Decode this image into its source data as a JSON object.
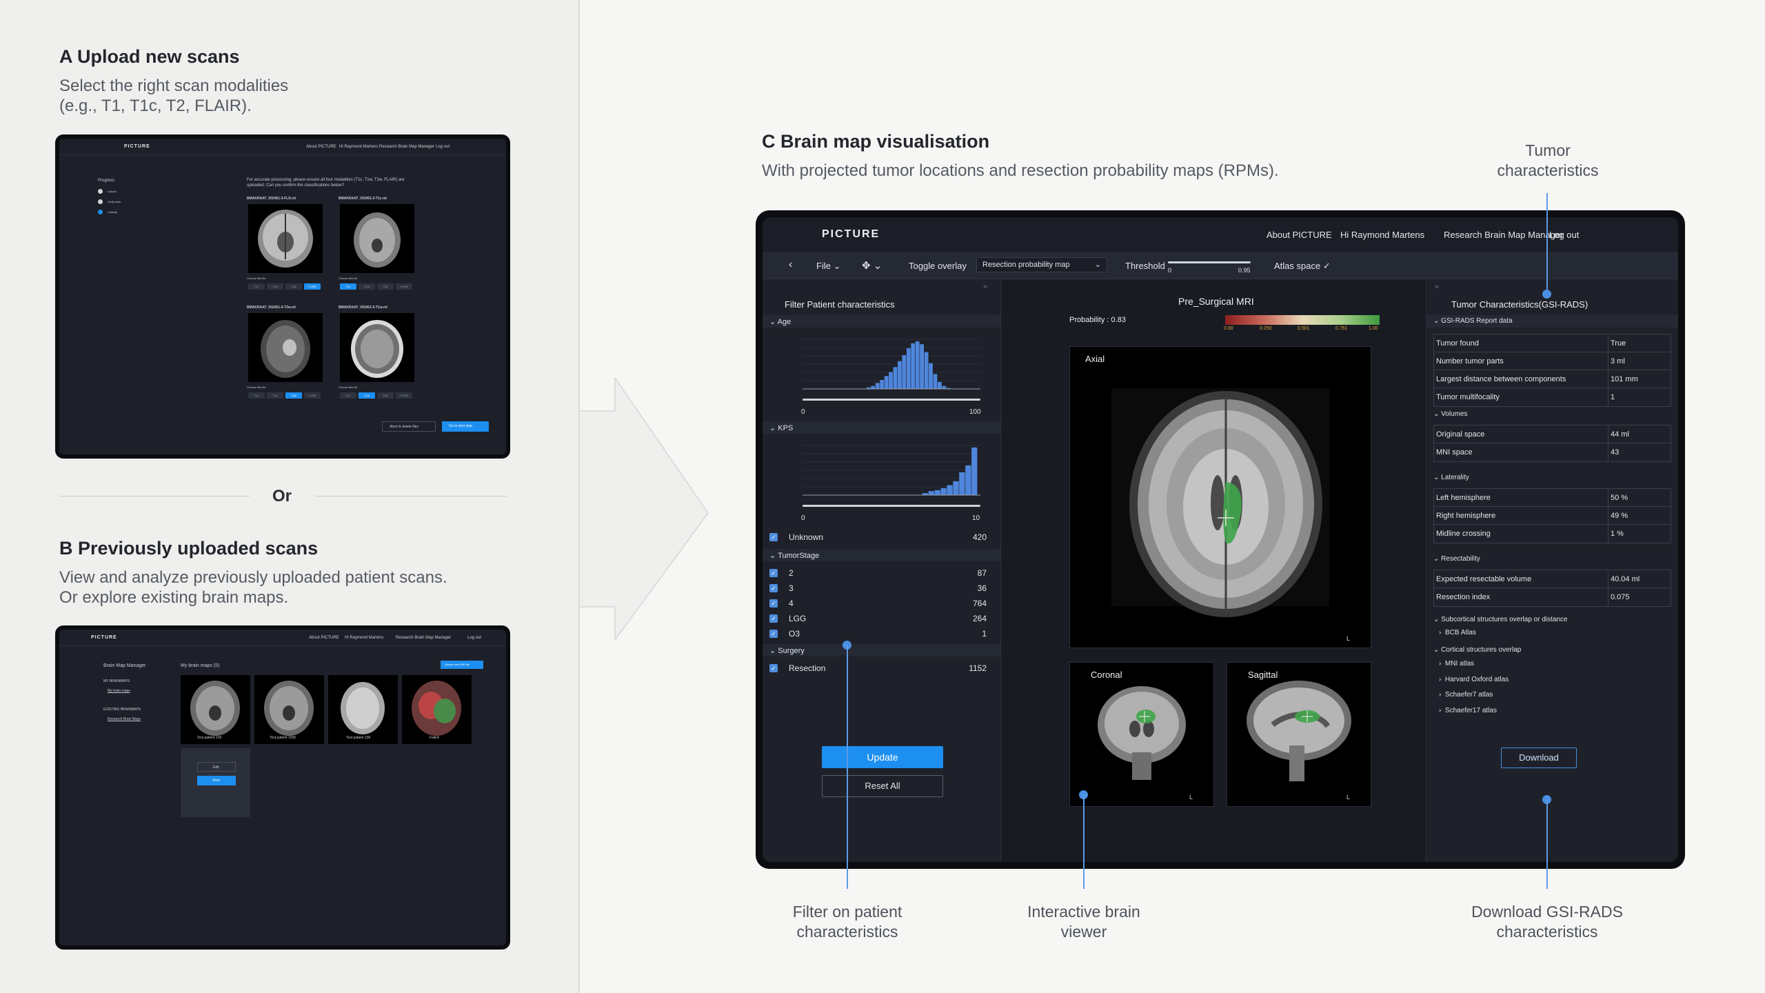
{
  "sectionA": {
    "title": "A Upload new scans",
    "desc_line1": "Select the right scan modalities",
    "desc_line2": "(e.g., T1, T1c, T2, FLAIR).",
    "mini": {
      "brand": "PICTURE",
      "nav": [
        "About PICTURE",
        "Hi Raymond Martens",
        "Research Brain Map Manager",
        "Log out"
      ],
      "progress_label": "Progress",
      "steps": [
        "Upload",
        "Verify data",
        "Classify",
        "..."
      ],
      "instruction": "For accurate processing, please ensure all four modalities (T1c, T1w, T2w, FLAIR) are uploaded. Can you confirm the classifications below?",
      "files": [
        "BMAKRAAT_002451-3-FLR.nii",
        "BMAKRAAT_002451-3-T1c.nii",
        "BMAKRAAT_002451-4-T2w.nii",
        "BMAKRAAT_002451-5-T1w.nii"
      ],
      "modalities": [
        "T1c",
        "T1w",
        "T2w",
        "FLAIR"
      ],
      "abort_label": "Abort & delete files",
      "next_label": "Go to next step"
    }
  },
  "or_label": "Or",
  "sectionB": {
    "title": "B Previously uploaded scans",
    "desc_line1": "View and analyze previously uploaded patient scans.",
    "desc_line2": "Or explore existing brain maps.",
    "mini": {
      "brand": "PICTURE",
      "nav": [
        "About PICTURE",
        "Hi Raymond Martens",
        "Research Brain Map Manager",
        "Log out"
      ],
      "manager_title": "Brain Map Manager",
      "my_maps_title": "My brain maps (5)",
      "my_brainmaps": "MY BRAINMAPS",
      "my_brain_maps_link": "My brain maps",
      "existing_brainmaps": "EXISTING BRAINMAPS",
      "research_link": "Research Brain Maps",
      "upload_btn": "Upload new MRI file",
      "cards": [
        "Test patient 103",
        "Test patient 1030",
        "Test patient 336",
        "Failed"
      ],
      "edit_label": "Edit",
      "view_label": "View"
    }
  },
  "sectionC": {
    "title": "C Brain map visualisation",
    "desc": "With projected tumor locations and resection probability maps (RPMs)."
  },
  "app": {
    "brand": "PICTURE",
    "nav": [
      "About PICTURE",
      "Hi Raymond Martens",
      "Research Brain Map Manager",
      "Log out"
    ],
    "toolbar": {
      "file": "File",
      "toggle_overlay": "Toggle overlay",
      "overlay_value": "Resection probability map",
      "threshold": "Threshold",
      "threshold_min": "0",
      "threshold_max": "0.95",
      "atlas_space": "Atlas space"
    },
    "filter": {
      "title": "Filter Patient characteristics",
      "age_label": "Age",
      "age_min": "0",
      "age_max": "100",
      "kps_label": "KPS",
      "kps_min": "0",
      "kps_max": "10",
      "unknown_label": "Unknown",
      "unknown_count": "420",
      "tumorstage_label": "TumorStage",
      "stages": [
        {
          "label": "2",
          "count": "87"
        },
        {
          "label": "3",
          "count": "36"
        },
        {
          "label": "4",
          "count": "764"
        },
        {
          "label": "LGG",
          "count": "264"
        },
        {
          "label": "O3",
          "count": "1"
        }
      ],
      "surgery_label": "Surgery",
      "resection_label": "Resection",
      "resection_count": "1152",
      "update": "Update",
      "reset": "Reset All"
    },
    "viewer": {
      "title": "Pre_Surgical MRI",
      "probability": "Probability : 0.83",
      "colorbar_ticks": [
        "0.00",
        "0.250",
        "0.501",
        "0.751",
        "1.00"
      ],
      "axial": "Axial",
      "coronal": "Coronal",
      "sagittal": "Sagittal",
      "side": "L"
    },
    "tumor": {
      "title": "Tumor Characteristics(GSI-RADS)",
      "report_head": "GSI-RADS Report data",
      "report": [
        {
          "k": "Tumor found",
          "v": "True"
        },
        {
          "k": "Number tumor parts",
          "v": "3 ml"
        },
        {
          "k": "Largest distance between components",
          "v": "101 mm"
        },
        {
          "k": "Tumor multifocality",
          "v": "1"
        }
      ],
      "volumes_head": "Volumes",
      "volumes": [
        {
          "k": "Original space",
          "v": "44 ml"
        },
        {
          "k": "MNI space",
          "v": "43"
        }
      ],
      "laterality_head": "Laterality",
      "laterality": [
        {
          "k": "Left hemisphere",
          "v": "50 %"
        },
        {
          "k": "Right hemisphere",
          "v": "49 %"
        },
        {
          "k": "Midline crossing",
          "v": "1 %"
        }
      ],
      "resect_head": "Resectability",
      "resect": [
        {
          "k": "Expected resectable volume",
          "v": "40.04 ml"
        },
        {
          "k": "Resection index",
          "v": "0.075"
        }
      ],
      "subcortical_head": "Subcortical structures overlap or distance",
      "bcb": "BCB Atlas",
      "cortical_head": "Cortical structures overlap",
      "cortical": [
        "MNI atlas",
        "Harvard Oxford atlas",
        "Schaefer7 atlas",
        "Schaefer17 atlas"
      ],
      "download": "Download"
    }
  },
  "callouts": {
    "tumor_l1": "Tumor",
    "tumor_l2": "characteristics",
    "filter_l1": "Filter on patient",
    "filter_l2": "characteristics",
    "viewer_l1": "Interactive brain",
    "viewer_l2": "viewer",
    "download_l1": "Download GSI-RADS",
    "download_l2": "characteristics"
  },
  "colors": {
    "accent": "#1d8ff0",
    "tumor": "#3fa44a",
    "callout_line": "#5b9ce6"
  }
}
